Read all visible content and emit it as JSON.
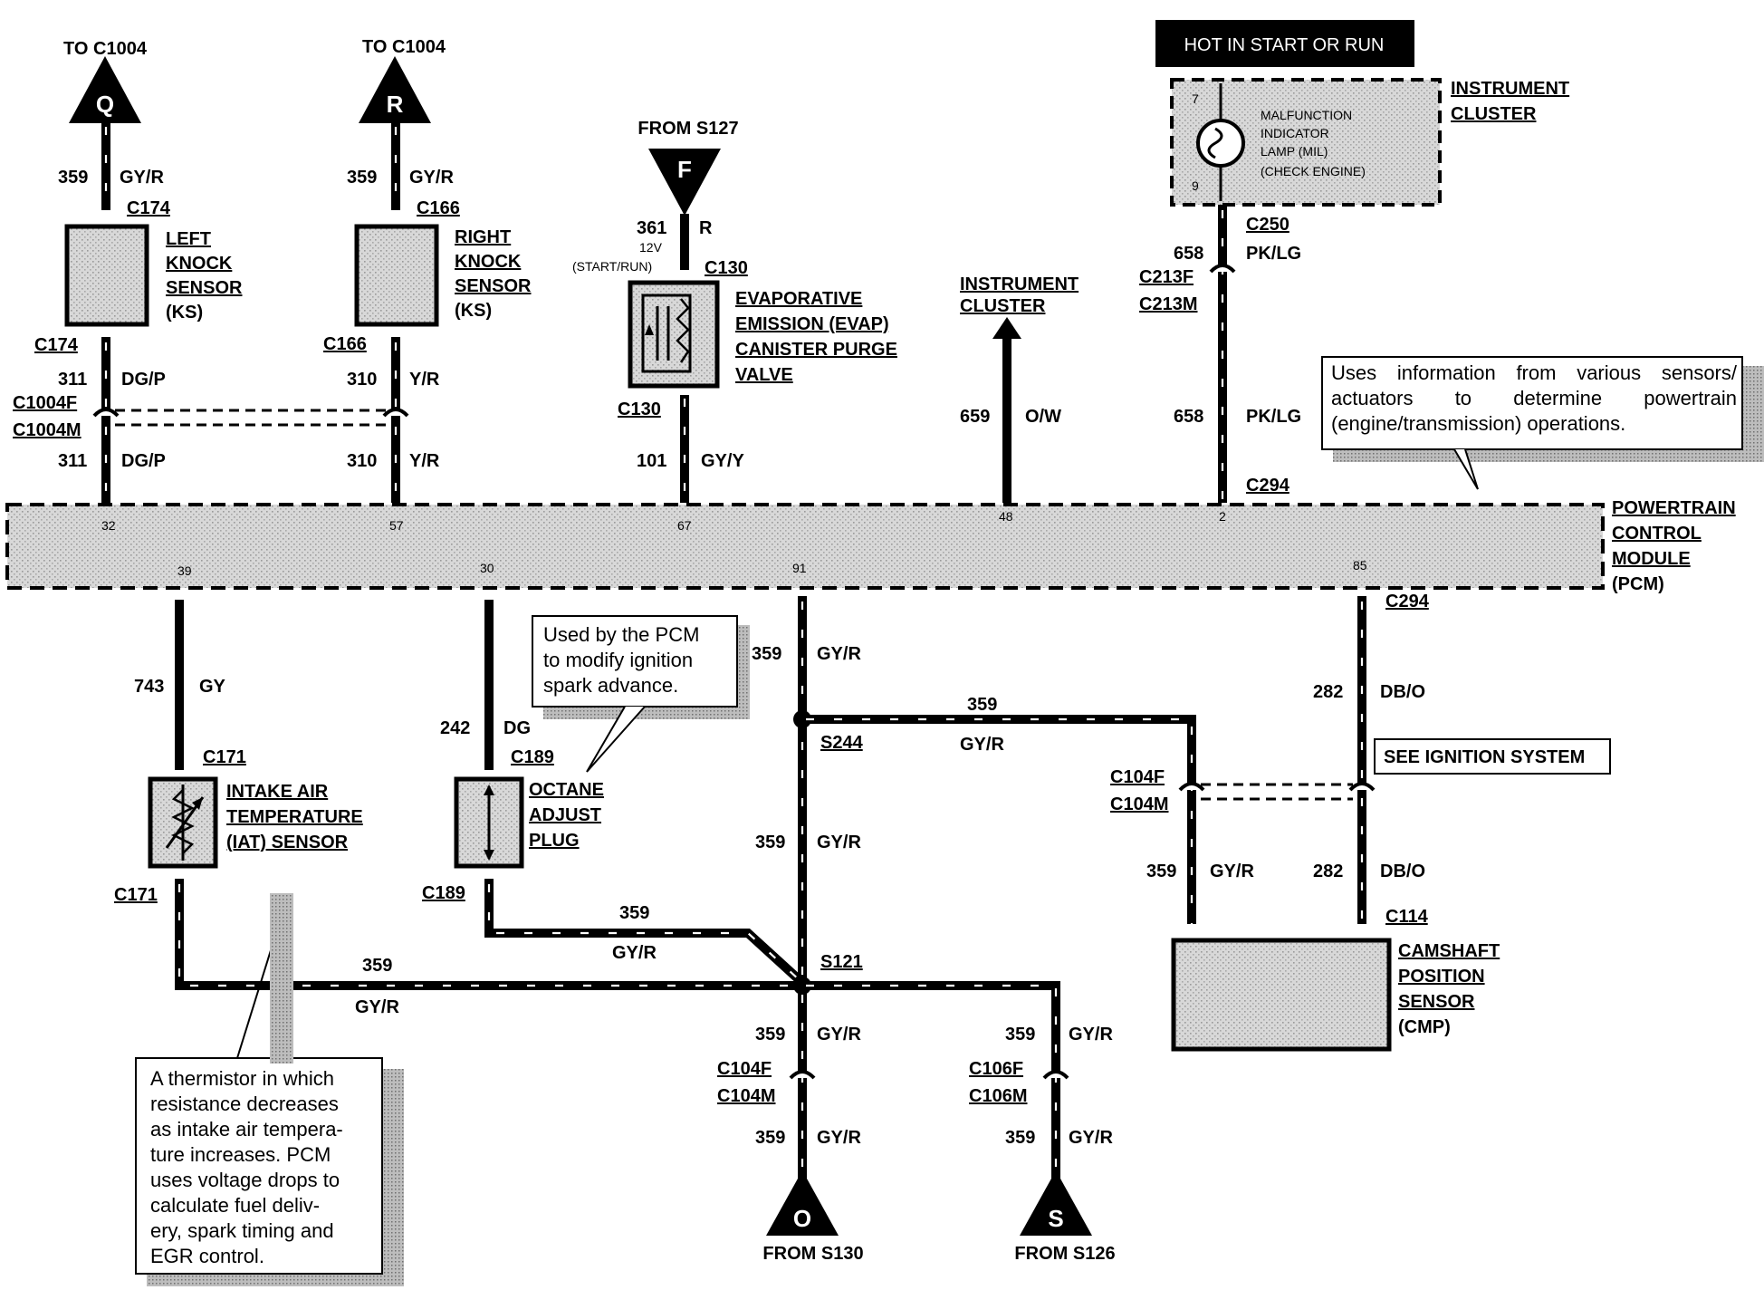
{
  "connectors_top": {
    "q_dest": "TO C1004",
    "q_letter": "Q",
    "r_dest": "TO C1004",
    "r_letter": "R",
    "f_src": "FROM S127",
    "f_letter": "F"
  },
  "hot_banner": "HOT IN START OR RUN",
  "left_knock": {
    "circuit_top": "359",
    "color_top": "GY/R",
    "conn_top": "C174",
    "name": [
      "LEFT",
      "KNOCK",
      "SENSOR"
    ],
    "abbr": "(KS)",
    "conn_bottom": "C174",
    "circuit_mid": "311",
    "color_mid": "DG/P",
    "circuit_low": "311",
    "color_low": "DG/P",
    "pin": "32"
  },
  "right_knock": {
    "circuit_top": "359",
    "color_top": "GY/R",
    "conn_top": "C166",
    "name": [
      "RIGHT",
      "KNOCK",
      "SENSOR"
    ],
    "abbr": "(KS)",
    "conn_bottom": "C166",
    "circuit_mid": "310",
    "color_mid": "Y/R",
    "circuit_low": "310",
    "color_low": "Y/R",
    "pin": "57"
  },
  "c1004": {
    "female": "C1004F",
    "male": "C1004M"
  },
  "evap": {
    "circuit_top": "361",
    "color_top": "R",
    "voltage": "12V",
    "voltage_note": "(START/RUN)",
    "conn_top": "C130",
    "name": [
      "EVAPORATIVE",
      "EMISSION (EVAP)",
      "CANISTER PURGE",
      "VALVE"
    ],
    "conn_bottom": "C130",
    "circuit_low": "101",
    "color_low": "GY/Y",
    "pin": "67"
  },
  "cluster_out": {
    "name": [
      "INSTRUMENT",
      "CLUSTER"
    ],
    "circuit": "659",
    "color": "O/W",
    "pin": "48"
  },
  "mil": {
    "pin_top": "7",
    "pin_bottom": "9",
    "label": [
      "MALFUNCTION",
      "INDICATOR",
      "LAMP (MIL)",
      "(CHECK ENGINE)"
    ],
    "cluster_name": [
      "INSTRUMENT",
      "CLUSTER"
    ],
    "conn_c250": "C250",
    "circuit_a": "658",
    "color_a": "PK/LG",
    "conn_f": "C213F",
    "conn_m": "C213M",
    "circuit_b": "658",
    "color_b": "PK/LG",
    "conn_c294": "C294",
    "pin": "2"
  },
  "note_pcm": "Uses information from various sensors/ actuators to determine powertrain (engine/transmission) operations.",
  "pcm": {
    "name": [
      "POWERTRAIN",
      "CONTROL",
      "MODULE"
    ],
    "abbr": "(PCM)",
    "pin_iat": "39",
    "pin_octane": "30",
    "pin_s244": "91",
    "pin_cmp": "85",
    "conn_c294": "C294"
  },
  "iat": {
    "circuit": "743",
    "color": "GY",
    "conn_top": "C171",
    "name": [
      "INTAKE AIR",
      "TEMPERATURE",
      "(IAT) SENSOR"
    ],
    "conn_bottom": "C171"
  },
  "octane": {
    "circuit": "242",
    "color": "DG",
    "conn_top": "C189",
    "name": [
      "OCTANE",
      "ADJUST",
      "PLUG"
    ],
    "conn_bottom": "C189",
    "circuit_run": "359",
    "color_run": "GY/R"
  },
  "note_octane": [
    "Used by the PCM",
    "to modify ignition",
    "spark advance."
  ],
  "splices": {
    "s244": "S244",
    "s121": "S121",
    "circuit_pcm": "359",
    "color_pcm": "GY/R",
    "circuit_h": "359",
    "color_h": "GY/R",
    "circuit_v": "359",
    "color_v": "GY/R",
    "circuit_iat": "359",
    "color_iat": "GY/R"
  },
  "cmp": {
    "circuit_top": "282",
    "color_top": "DB/O",
    "see_ignition": "SEE IGNITION SYSTEM",
    "conn_f": "C104F",
    "conn_m": "C104M",
    "circuit_l": "359",
    "color_l": "GY/R",
    "circuit_r": "282",
    "color_r": "DB/O",
    "conn": "C114",
    "name": [
      "CAMSHAFT",
      "POSITION",
      "SENSOR"
    ],
    "abbr": "(CMP)"
  },
  "bottom_o": {
    "circuit_a": "359",
    "color_a": "GY/R",
    "conn_f": "C104F",
    "conn_m": "C104M",
    "circuit_b": "359",
    "color_b": "GY/R",
    "letter": "O",
    "src": "FROM S130"
  },
  "bottom_s": {
    "circuit_a": "359",
    "color_a": "GY/R",
    "conn_f": "C106F",
    "conn_m": "C106M",
    "circuit_b": "359",
    "color_b": "GY/R",
    "letter": "S",
    "src": "FROM S126"
  },
  "note_iat": [
    "A thermistor in which",
    "resistance decreases",
    "as intake air tempera-",
    "ture increases. PCM",
    "uses voltage drops to",
    "calculate fuel deliv-",
    "ery, spark timing and",
    "EGR control."
  ]
}
